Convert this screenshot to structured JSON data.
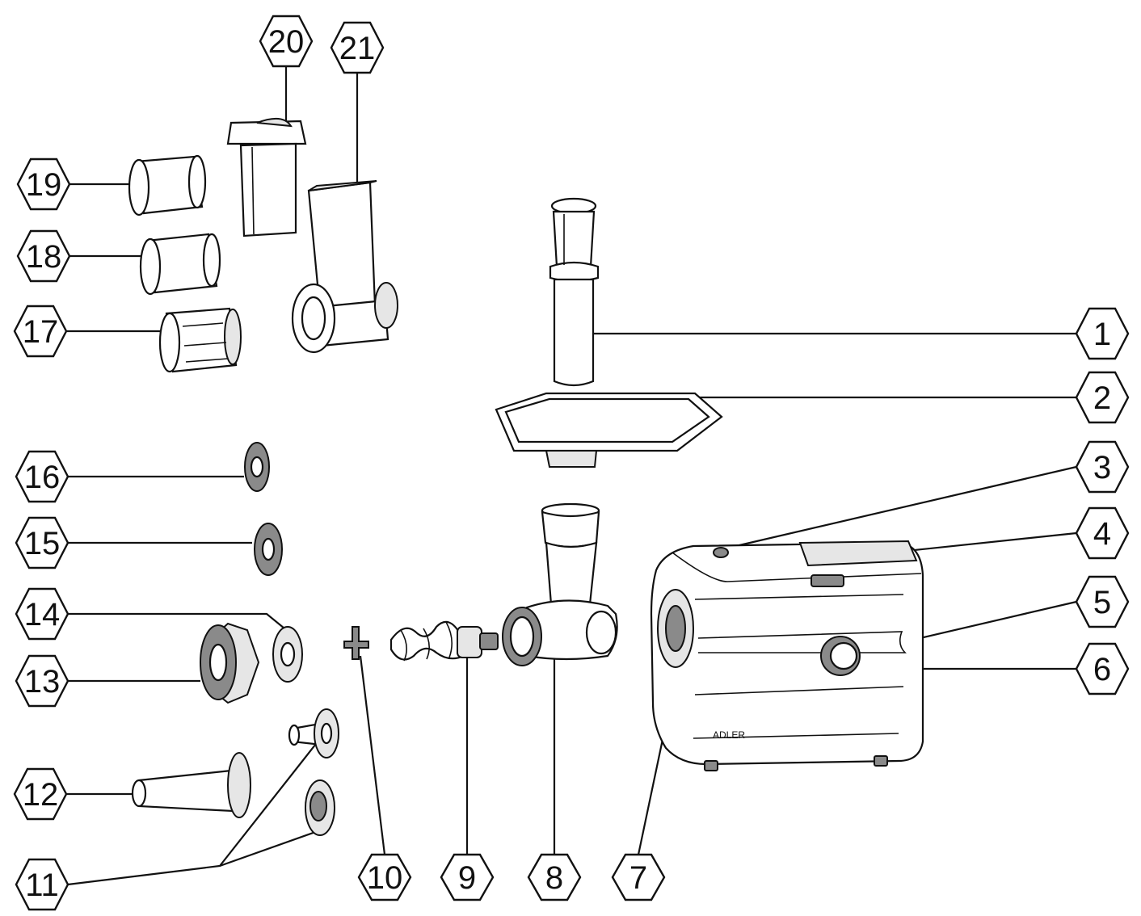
{
  "diagram": {
    "brand_label": "ADLER",
    "callouts": [
      "1",
      "2",
      "3",
      "4",
      "5",
      "6",
      "7",
      "8",
      "9",
      "10",
      "11",
      "12",
      "13",
      "14",
      "15",
      "16",
      "17",
      "18",
      "19",
      "20",
      "21"
    ]
  }
}
